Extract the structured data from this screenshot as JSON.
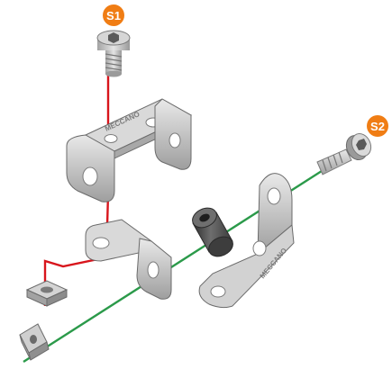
{
  "labels": {
    "step1": "S1",
    "step2": "S2",
    "part_text_1": "MECCANO",
    "part_text_2": "MECCANO"
  },
  "colors": {
    "badge": "#f07d14",
    "red_axis": "#d8151c",
    "green_axis": "#2b9a4a",
    "metal_light": "#dcdcdc",
    "metal_mid": "#b9b9b9",
    "metal_dark": "#8a8a8a",
    "outline": "#6b6b6b",
    "spacer": "#4a4a4a"
  },
  "icons": {
    "step1_badge": "step-badge",
    "step2_badge": "step-badge"
  }
}
